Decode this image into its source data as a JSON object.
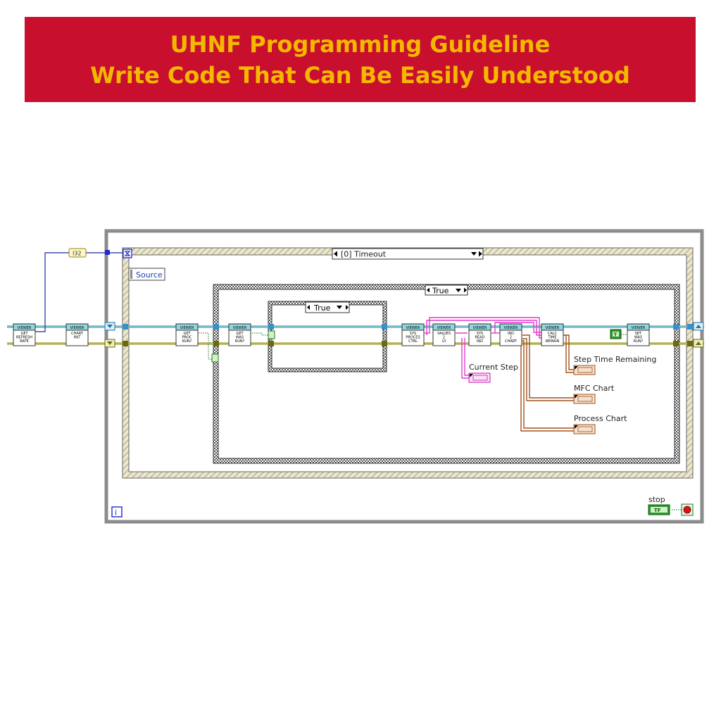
{
  "banner": {
    "title_line1": "UHNF Programming Guideline",
    "title_line2": "Write Code That Can Be Easily Understood"
  },
  "diagram": {
    "constant_type": "I32",
    "event_case_label": "[0] Timeout",
    "event_source_label": "Source",
    "outer_case_label": "True",
    "inner_case_label": "True",
    "boolean_constant": "T",
    "stop_label": "stop",
    "stop_terminal": "TF",
    "loop_iteration_label": "i",
    "indicators": {
      "current_step": "Current Step",
      "step_time_remaining": "Step Time Remaining",
      "mfc_chart": "MFC Chart",
      "process_chart": "Process Chart"
    },
    "subvis": [
      {
        "id": "get-refresh-rate",
        "head": "VIEWER",
        "lines": [
          "GET",
          "REFRESH",
          "RATE"
        ]
      },
      {
        "id": "chart-init",
        "head": "VIEWER",
        "lines": [
          "CHART",
          "INIT"
        ]
      },
      {
        "id": "get-proc-run",
        "head": "VIEWER",
        "lines": [
          "GET",
          "PROC",
          "RUN?"
        ]
      },
      {
        "id": "get-was-run",
        "head": "VIEWER",
        "lines": [
          "GET",
          "WAS",
          "RUN?"
        ]
      },
      {
        "id": "sys-proces-ctrl",
        "head": "VIEWER",
        "lines": [
          "SYS",
          "PROCES",
          "CTRL"
        ]
      },
      {
        "id": "values-ui",
        "head": "VIEWER",
        "lines": [
          "VALUES",
          "2",
          "UI"
        ]
      },
      {
        "id": "sys-read-ind",
        "head": "VIEWER",
        "lines": [
          "SYS",
          "READ",
          "IND"
        ]
      },
      {
        "id": "ind-2-chart",
        "head": "VIEWER",
        "lines": [
          "IND",
          "2",
          "CHART"
        ]
      },
      {
        "id": "calc-time-remain",
        "head": "VIEWER",
        "lines": [
          "CALC",
          "TIME",
          "REMAIN"
        ]
      },
      {
        "id": "set-was-run",
        "head": "VIEWER",
        "lines": [
          "SET",
          "WAS",
          "RUN?"
        ]
      }
    ]
  }
}
